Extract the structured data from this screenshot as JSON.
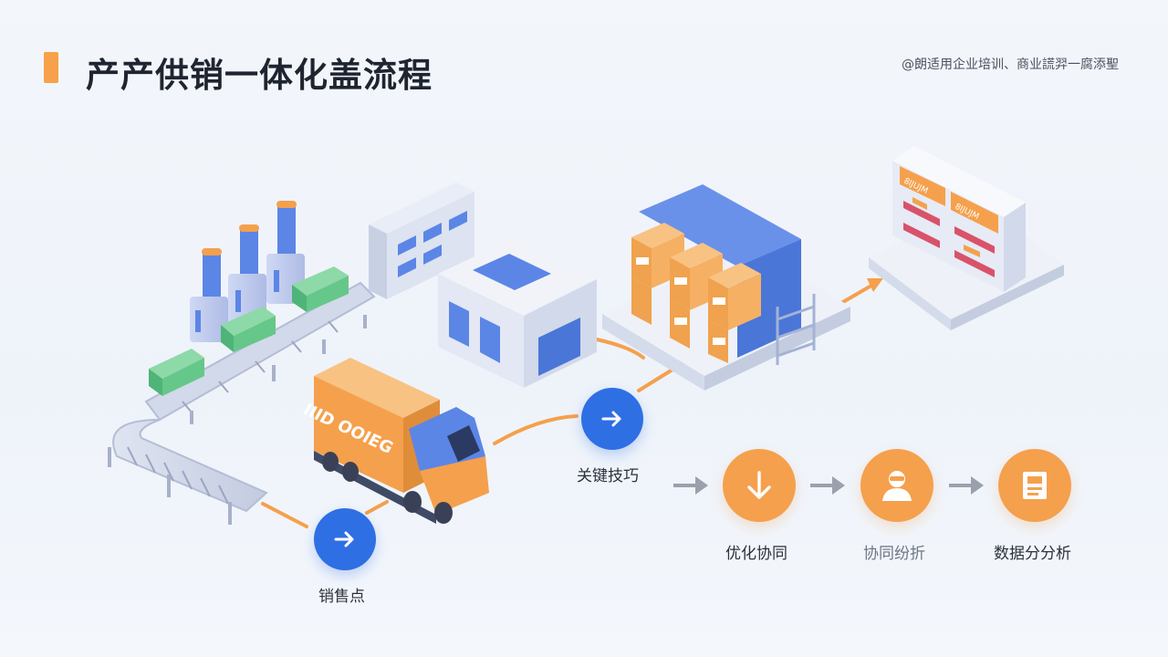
{
  "header": {
    "title": "产产供销一体化盖流程",
    "subtitle": "@朗适用企业培训、商业謊羿一腐添聖"
  },
  "nodes": {
    "sales_point": {
      "label": "销售点",
      "icon": "arrow-right-icon"
    },
    "key_skills": {
      "label": "关键技巧",
      "icon": "arrow-right-icon"
    }
  },
  "steps": [
    {
      "label": "优化协同",
      "icon": "arrow-down-icon"
    },
    {
      "label": "协同纷折",
      "icon": "person-icon"
    },
    {
      "label": "数据分分析",
      "icon": "document-icon"
    }
  ],
  "illustration": {
    "truck_text": "IIID OOIEG",
    "shelf_signs": [
      "8IJUJM",
      "8IJUJM"
    ]
  },
  "colors": {
    "accent_orange": "#f5a04c",
    "accent_blue": "#2f6fe4",
    "box_green": "#66c78a",
    "building_blue": "#5b86e6"
  }
}
